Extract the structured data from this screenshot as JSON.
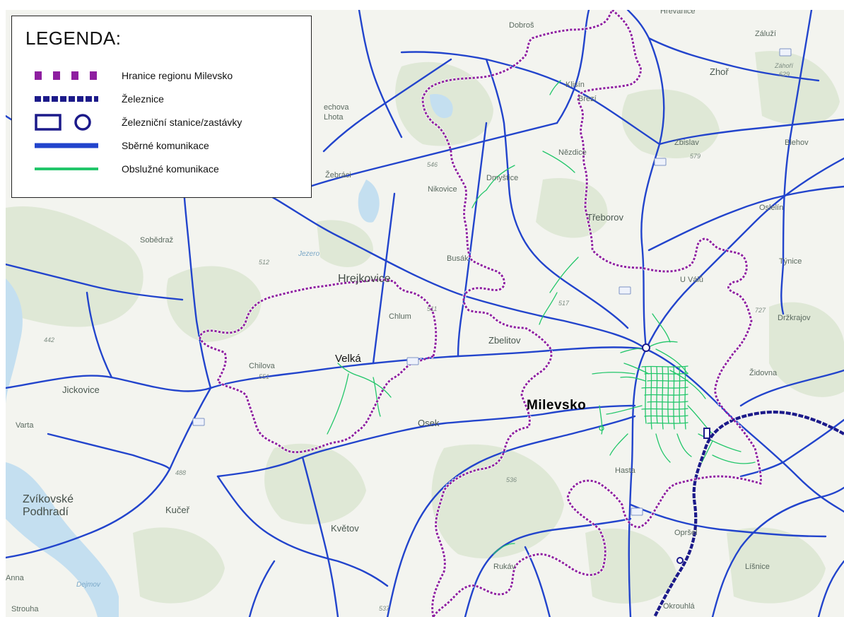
{
  "colors": {
    "boundary": "#8e1fa0",
    "boundary_halo": "#ffffff",
    "railway": "#1c1a8a",
    "collector_road": "#2244cc",
    "service_road": "#22c66a",
    "land": "#f3f4ef",
    "forest": "#dfe8d6",
    "water": "#c4dff0"
  },
  "legend": {
    "title": "LEGENDA:",
    "items": [
      {
        "label": "Hranice regionu Milevsko",
        "symbol": "boundary"
      },
      {
        "label": "Železnice",
        "symbol": "railway"
      },
      {
        "label": "Železniční stanice/zastávky",
        "symbol": "station"
      },
      {
        "label": "Sběrné komunikace",
        "symbol": "collector"
      },
      {
        "label": "Obslužné komunikace",
        "symbol": "service"
      }
    ]
  },
  "labels": {
    "milevsko": "Milevsko",
    "velka": "Velká",
    "hrejkovice": "Hrejkovice",
    "zbelitov": "Zbelitov",
    "osek": "Osek",
    "jickovice": "Jickovice",
    "varta": "Varta",
    "zvikovske_1": "Zvíkovské",
    "zvikovske_2": "Podhradí",
    "kucar": "Kučeř",
    "kvetov": "Květov",
    "sobedraz": "Sobědraž",
    "nikovice": "Nikovice",
    "dmysilice": "Dmyštice",
    "treborov": "Třeborov",
    "zhor": "Zhoř",
    "zbislav": "Zbislav",
    "blehov": "Blehov",
    "oslelin": "Oslelín",
    "tynice": "Týnice",
    "drzkrajov": "Držkrajov",
    "klisin": "Klisín",
    "brezi": "Březí",
    "dobros": "Dobroš",
    "zaluzi": "Záluží",
    "hrevanice": "Hrevanice",
    "lisnice": "Líšnice",
    "okrouhla": "Okrouhlá",
    "rukav": "Rukáv",
    "chlum": "Chlum",
    "chilova": "Chilova",
    "busak": "Busák",
    "nezdice": "Nězdice",
    "zahori": "Záhoří",
    "anna": "Anna",
    "zebraci": "Žebráci",
    "lhota_1": "echova",
    "lhota_2": "Lhota",
    "jezero": "Jezero",
    "u_vaclu": "U Válů",
    "zidovna": "Židovna",
    "opršel": "Opršel",
    "hasta": "Hasta",
    "strouha": "Strouha",
    "dejmov": "Dejmov",
    "e442": "442",
    "e512": "512",
    "e546": "546",
    "e579": "579",
    "e629": "629",
    "e517": "517",
    "e511": "511",
    "e551": "551",
    "e488": "488",
    "e536": "536",
    "e537": "537",
    "e727": "727"
  }
}
